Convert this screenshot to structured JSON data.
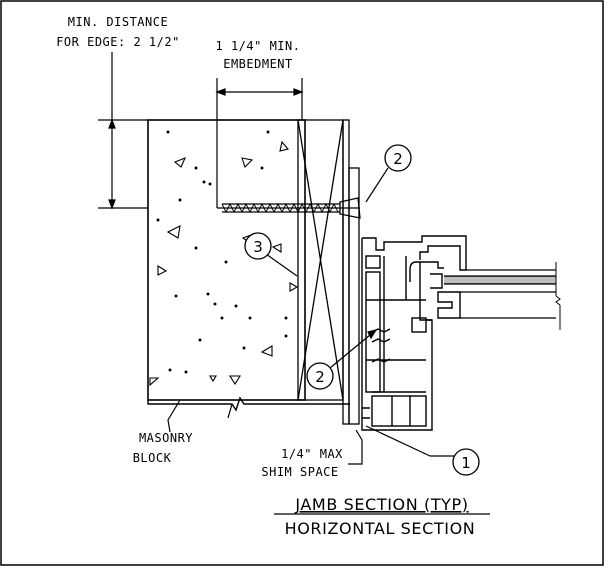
{
  "labels": {
    "min_distance_line1": "MIN. DISTANCE",
    "min_distance_line2": "FOR EDGE: 2 1/2\"",
    "embedment_line1": "1 1/4\" MIN.",
    "embedment_line2": "EMBEDMENT",
    "masonry_line1": "MASONRY",
    "masonry_line2": "BLOCK",
    "shim_line1": "1/4\" MAX",
    "shim_line2": "SHIM SPACE"
  },
  "callouts": {
    "fastener_top": "2",
    "fastener_bottom": "2",
    "anchor": "3",
    "frame": "1"
  },
  "title": {
    "line1": "JAMB SECTION (TYP)",
    "line2": "HORIZONTAL SECTION"
  }
}
